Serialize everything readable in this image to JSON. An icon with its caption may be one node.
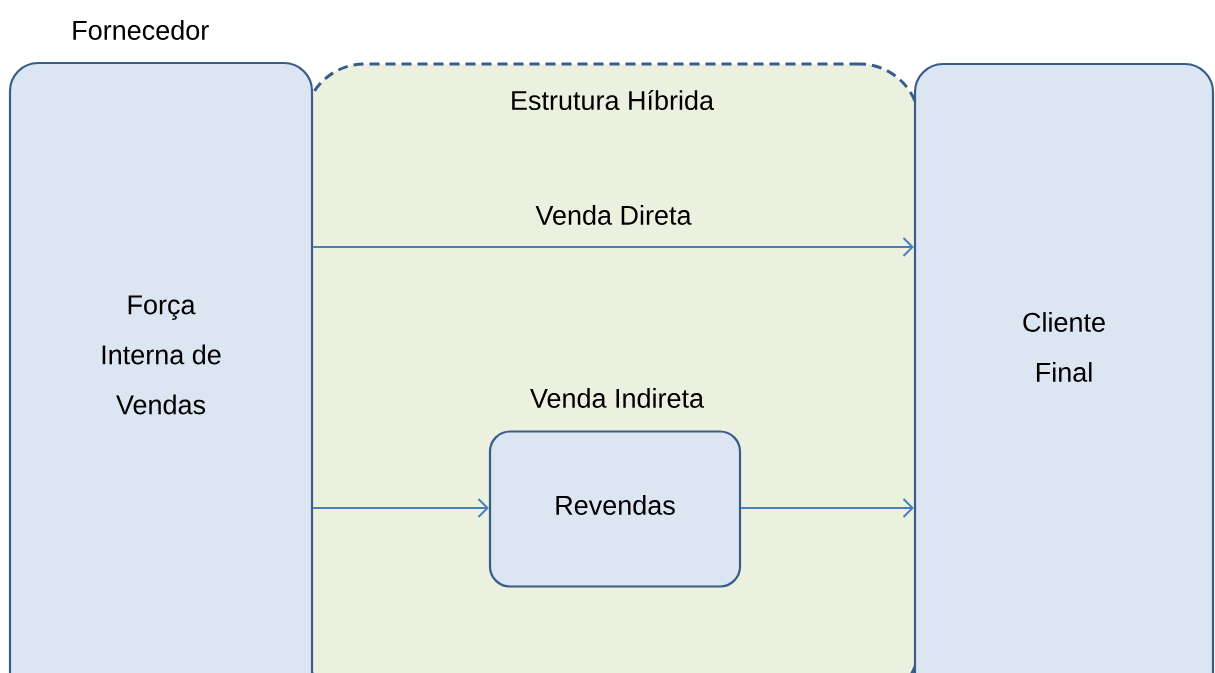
{
  "diagram": {
    "nodes": [
      {
        "text": [
          "Fornecedor",
          "Força Interna de Vendas"
        ]
      },
      {
        "text": [
          "Estrutura Híbrida"
        ]
      },
      {
        "text": [
          "Cliente Final"
        ]
      },
      {
        "text": [
          "Revendas"
        ],
        "in": 1,
        "beside": [
          "Venda Indireta"
        ]
      }
    ],
    "edges": [
      {
        "from": 0,
        "to": 2,
        "arrow": "to",
        "label": "Venda Direta"
      },
      {
        "from": 0,
        "to": 3,
        "arrow": "to"
      },
      {
        "from": 3,
        "to": 2,
        "arrow": "to"
      }
    ]
  }
}
